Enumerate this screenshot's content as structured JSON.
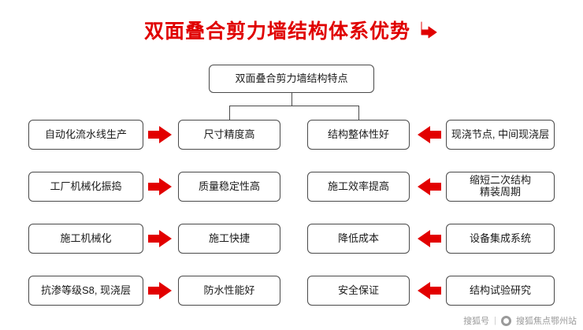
{
  "title": {
    "text": "双面叠合剪力墙结构体系优势",
    "color": "#e00000",
    "arrow_icon": "down-right-arrow-icon"
  },
  "diagram": {
    "root": {
      "label": "双面叠合剪力墙结构特点"
    },
    "rows": [
      {
        "left": "自动化流水线生产",
        "mid_left": "尺寸精度高",
        "mid_right": "结构整体性好",
        "right": "现浇节点, 中间现浇层"
      },
      {
        "left": "工厂机械化振捣",
        "mid_left": "质量稳定性高",
        "mid_right": "施工效率提高",
        "right_line1": "缩短二次结构",
        "right_line2": "精装周期"
      },
      {
        "left": "施工机械化",
        "mid_left": "施工快捷",
        "mid_right": "降低成本",
        "right": "设备集成系统"
      },
      {
        "left": "抗渗等级S8, 现浇层",
        "mid_left": "防水性能好",
        "mid_right": "安全保证",
        "right": "结构试验研究"
      }
    ],
    "arrow_color": "#e20000",
    "box_border_color": "#4a4a4a"
  },
  "footer": {
    "label": "搜狐号",
    "separator": "|",
    "account": "搜狐焦点鄂州站",
    "logo_icon": "sohu-logo-icon"
  }
}
